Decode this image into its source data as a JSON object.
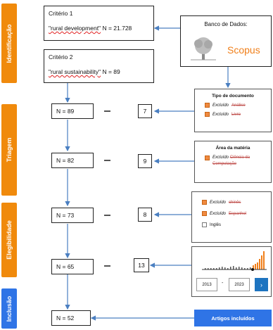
{
  "stages": {
    "identificacao": "Identificação",
    "triagem": "Triagem",
    "elegibilidade": "Elegibilidade",
    "inclusao": "Inclusão"
  },
  "criteria": [
    {
      "title": "Critério 1",
      "query": "\"rural development\"",
      "n": "N = 21.728"
    },
    {
      "title": "Critério 2",
      "query": "\"rural sustainability\"",
      "n": "N = 89"
    }
  ],
  "database": {
    "title": "Banco de Dados:",
    "logo_text": "Scopus"
  },
  "steps": [
    {
      "n": "N = 89",
      "excluded": "7"
    },
    {
      "n": "N = 82",
      "excluded": "9"
    },
    {
      "n": "N = 73",
      "excluded": "8"
    },
    {
      "n": "N = 65",
      "excluded": "13"
    },
    {
      "n": "N = 52"
    }
  ],
  "filters": {
    "doc_type": {
      "title": "Tipo de documento",
      "items": [
        {
          "prefix": "Excluído",
          "label": "Análise"
        },
        {
          "prefix": "Excluído",
          "label": "Livro"
        }
      ]
    },
    "subject": {
      "title": "Área da matéria",
      "items": [
        {
          "prefix": "Excluído",
          "label": "Ciência da Computação"
        }
      ]
    },
    "language": {
      "items": [
        {
          "prefix": "Excluído",
          "label": "chinês",
          "checked": true
        },
        {
          "prefix": "Excluído",
          "label": "Espanhol",
          "checked": true
        },
        {
          "prefix": "",
          "label": "Inglês",
          "checked": false
        }
      ]
    },
    "year": {
      "from": "2013",
      "to": "2023",
      "separator": "-",
      "go": "›"
    }
  },
  "result": {
    "label": "Artigos incluídos"
  },
  "colors": {
    "stage_orange": "#f08a0c",
    "stage_blue": "#2f74e6",
    "arrow": "#4a7fc1",
    "scopus_orange": "#f07f1a"
  }
}
